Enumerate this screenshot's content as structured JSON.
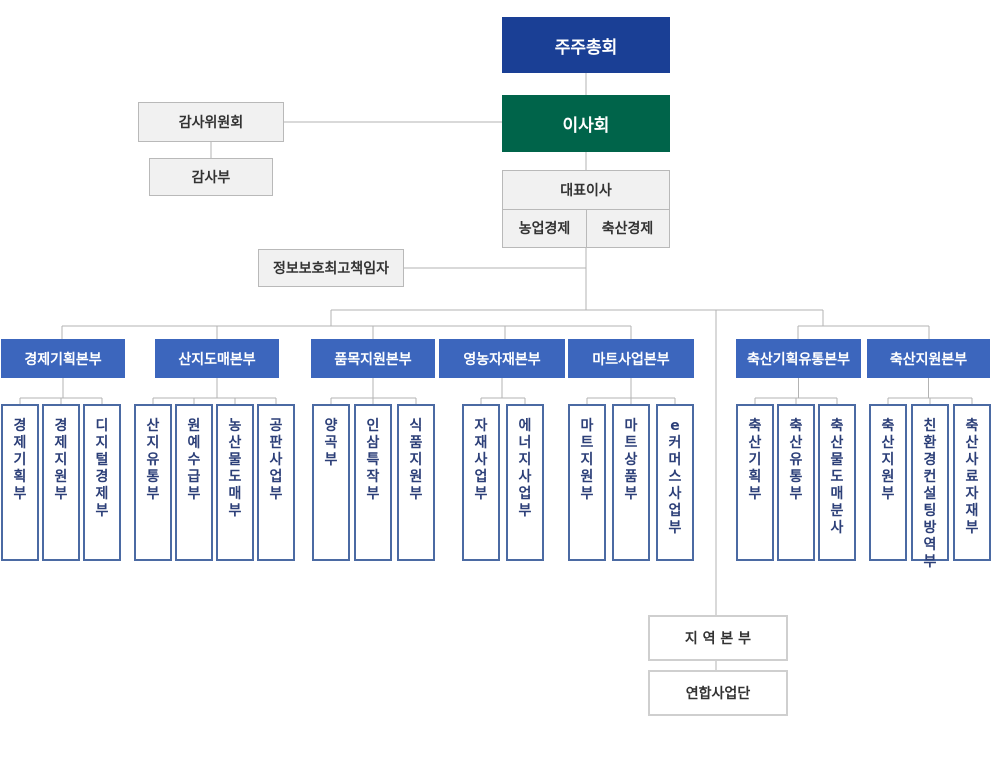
{
  "top": {
    "shareholders": "주주총회",
    "board": "이사회",
    "audit_committee": "감사위원회",
    "audit_dept": "감사부",
    "ceo": "대표이사",
    "ceo_agri": "농업경제",
    "ceo_livestock": "축산경제",
    "ciso": "정보보호최고책임자"
  },
  "divisions": [
    {
      "name": "경제기획본부",
      "units": [
        "경제기획부",
        "경제지원부",
        "디지털경제부"
      ]
    },
    {
      "name": "산지도매본부",
      "units": [
        "산지유통부",
        "원예수급부",
        "농산물도매부",
        "공판사업부"
      ]
    },
    {
      "name": "품목지원본부",
      "units": [
        "양곡부",
        "인삼특작부",
        "식품지원부"
      ]
    },
    {
      "name": "영농자재본부",
      "units": [
        "자재사업부",
        "에너지사업부"
      ]
    },
    {
      "name": "마트사업본부",
      "units": [
        "마트지원부",
        "마트상품부",
        "e커머스사업부"
      ]
    },
    {
      "name": "축산기획유통본부",
      "units": [
        "축산기획부",
        "축산유통부",
        "축산물도매분사"
      ]
    },
    {
      "name": "축산지원본부",
      "units": [
        "축산지원부",
        "친환경컨설팅방역부",
        "축산사료자재부"
      ]
    }
  ],
  "regional": {
    "hq": "지 역 본 부",
    "joint": "연합사업단"
  },
  "colors": {
    "navy": "#1a3f95",
    "green": "#00644a",
    "division_blue": "#3c66bd",
    "unit_border": "#4b6aa3",
    "unit_text": "#2c3f78",
    "line": "#b3b3b3"
  }
}
